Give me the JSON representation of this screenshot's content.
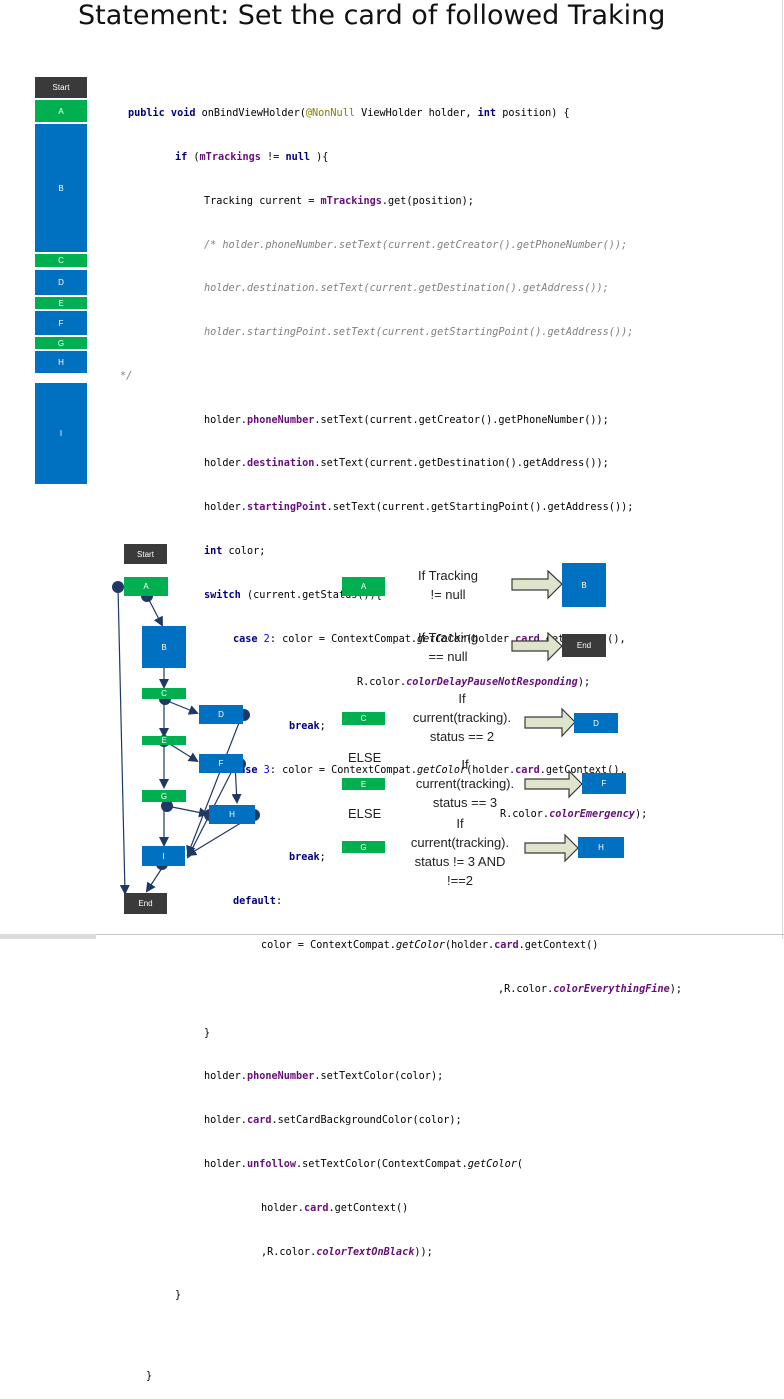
{
  "title": "Statement: Set the card of followed Traking",
  "side_blocks": {
    "start": "Start",
    "a": "A",
    "b": "B",
    "c": "C",
    "d": "D",
    "e": "E",
    "f": "F",
    "g": "G",
    "h": "H",
    "i": "I"
  },
  "code": {
    "l1": [
      "public void ",
      "onBindViewHolder(",
      "@NonNull",
      " ViewHolder holder, ",
      "int ",
      "position) {"
    ],
    "l2": [
      "if ",
      "(",
      "mTrackings",
      " != ",
      "null",
      " ){"
    ],
    "l3": [
      "Tracking current = ",
      "mTrackings",
      ".get(position);"
    ],
    "l4": "/* holder.phoneNumber.setText(current.getCreator().getPhoneNumber());",
    "l5": "holder.destination.setText(current.getDestination().getAddress());",
    "l6": "holder.startingPoint.setText(current.getStartingPoint().getAddress());",
    "l7": "*/",
    "l8": [
      "holder.",
      "phoneNumber",
      ".setText(current.getCreator().getPhoneNumber());"
    ],
    "l9": [
      "holder.",
      "destination",
      ".setText(current.getDestination().getAddress());"
    ],
    "l10": [
      "holder.",
      "startingPoint",
      ".setText(current.getStartingPoint().getAddress());"
    ],
    "l11": [
      "int ",
      "color;"
    ],
    "l12": [
      "switch ",
      "(current.getStatus()){"
    ],
    "l13": [
      "case ",
      "2",
      ": color = ContextCompat.",
      "getColor",
      "(holder.",
      "card",
      ".getContext(),"
    ],
    "l14": [
      "R.color.",
      "colorDelayPauseNotResponding",
      ");"
    ],
    "l15": [
      "break",
      ";"
    ],
    "l16": [
      "case ",
      "3",
      ": color = ContextCompat.",
      "getColor",
      "(holder.",
      "card",
      ".getContext(),"
    ],
    "l17": [
      "R.color.",
      "colorEmergency",
      ");"
    ],
    "l18": [
      "break",
      ";"
    ],
    "l19": [
      "default",
      ":"
    ],
    "l20": [
      "color = ContextCompat.",
      "getColor",
      "(holder.",
      "card",
      ".getContext()"
    ],
    "l21": [
      ",R.color.",
      "colorEverythingFine",
      ");"
    ],
    "l22": "}",
    "l23": [
      "holder.",
      "phoneNumber",
      ".setTextColor(color);"
    ],
    "l24": [
      "holder.",
      "card",
      ".setCardBackgroundColor(color);"
    ],
    "l25": [
      "holder.",
      "unfollow",
      ".setTextColor(ContextCompat.",
      "getColor",
      "("
    ],
    "l26": [
      "holder.",
      "card",
      ".getContext()"
    ],
    "l27": [
      ",R.color.",
      "colorTextOnBlack",
      "));"
    ],
    "l28": "}",
    "l29": "}"
  },
  "graph_nodes": {
    "start": "Start",
    "a": "A",
    "b": "B",
    "c": "C",
    "d": "D",
    "e": "E",
    "f": "F",
    "g": "G",
    "h": "H",
    "i": "I",
    "end": "End"
  },
  "conditions": [
    {
      "from": "A",
      "text": [
        "If Tracking",
        "!= null"
      ],
      "to": "B"
    },
    {
      "from": "",
      "text": [
        "If Tracking",
        "== null"
      ],
      "to": "End"
    },
    {
      "from": "C",
      "text": [
        "If",
        "current(tracking).",
        "status == 2"
      ],
      "to": "D"
    },
    {
      "from": "E",
      "text": [
        "If",
        "current(tracking).",
        "status == 3"
      ],
      "to": "F"
    },
    {
      "from": "G",
      "text": [
        "If",
        "current(tracking).",
        "status != 3 AND",
        "!==2"
      ],
      "to": "H"
    }
  ],
  "else_labels": [
    "ELSE",
    "ELSE"
  ],
  "colors": {
    "green": "#00b050",
    "blue": "#0070c0",
    "dark": "#3a3a3a",
    "keyword": "#000080",
    "field": "#660e7a",
    "comment": "#808080",
    "annotation": "#808000",
    "edge": "#1f3864",
    "arrow_fill": "#dfe5cc"
  }
}
